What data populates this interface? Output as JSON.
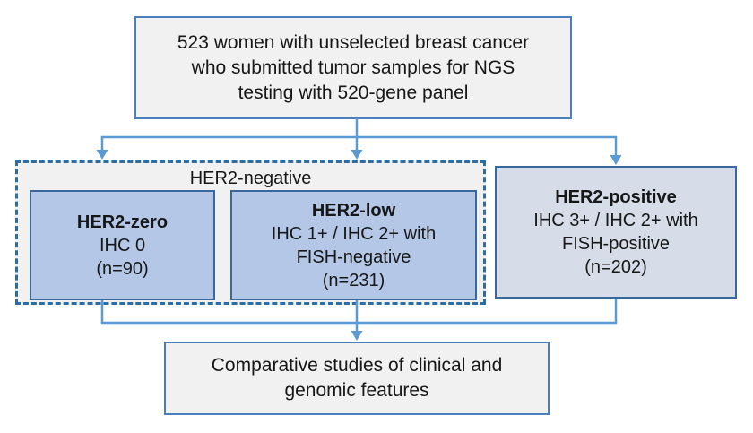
{
  "flowchart": {
    "source_box": {
      "lines": [
        "523 women with unselected breast cancer",
        "who submitted tumor samples for NGS",
        "testing with 520-gene panel"
      ]
    },
    "her2_negative_group": {
      "label": "HER2-negative",
      "her2_zero": {
        "title": "HER2-zero",
        "lines": [
          "IHC 0",
          "(n=90)"
        ]
      },
      "her2_low": {
        "title": "HER2-low",
        "lines": [
          "IHC 1+ / IHC 2+ with",
          "FISH-negative",
          "(n=231)"
        ]
      }
    },
    "her2_positive": {
      "title": "HER2-positive",
      "lines": [
        "IHC 3+ / IHC 2+ with",
        "FISH-positive",
        "(n=202)"
      ]
    },
    "outcome_box": {
      "lines": [
        "Comparative studies of clinical and",
        "genomic features"
      ]
    },
    "colors": {
      "connector": "#5b9bd5",
      "outer_border": "#4a7ebd",
      "inner_border": "#38689e",
      "dashed_border": "#2e6da4",
      "light_box_fill": "#f1f1f2",
      "blue_box_fill": "#b4c7e7",
      "positive_box_fill": "#d6dce8"
    }
  }
}
